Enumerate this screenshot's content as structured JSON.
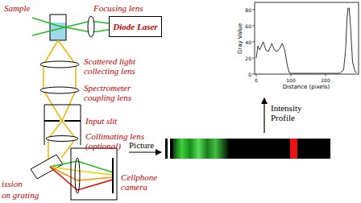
{
  "diagram": {
    "nodes": [
      {
        "text": [
          "Diode Laser"
        ]
      }
    ],
    "labels": [
      "Sample",
      "Focusing lens",
      "Scattered light collecting lens",
      "Spectrometer coupling lens",
      "Input slit",
      "Collimating lens (optional)",
      "ission",
      "on grating",
      "Cellphone camera",
      "Picture",
      "Intensity Profile",
      "Gray Value",
      "Distance (pixels)",
      "0",
      "20",
      "40",
      "60",
      "80",
      "0",
      "100",
      "200"
    ]
  }
}
